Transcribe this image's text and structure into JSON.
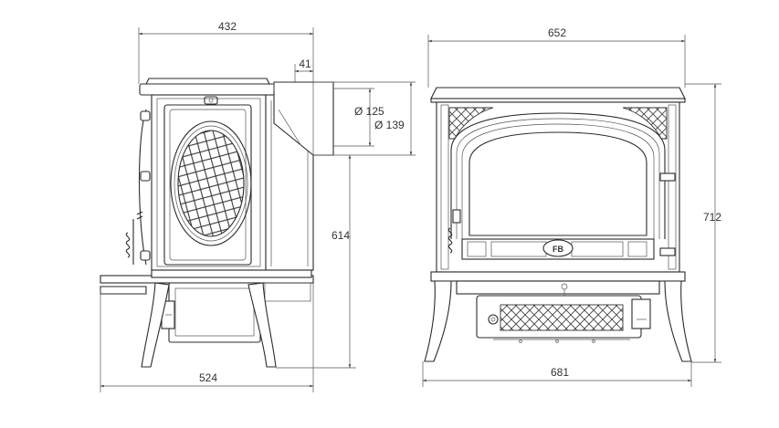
{
  "diagram": {
    "side_view": {
      "label": "side-view",
      "dimensions": {
        "top_width": "432",
        "flue_offset": "41",
        "flue_diameter_inner": "Ø 125",
        "flue_diameter_outer": "Ø 139",
        "flue_height": "614",
        "bottom_depth": "524"
      }
    },
    "front_view": {
      "label": "front-view",
      "dimensions": {
        "top_width": "652",
        "height": "712",
        "bottom_width": "681"
      },
      "badge": "FB"
    },
    "colors": {
      "line": "#2b2b2b",
      "dimension": "#555555",
      "background": "#ffffff"
    }
  }
}
